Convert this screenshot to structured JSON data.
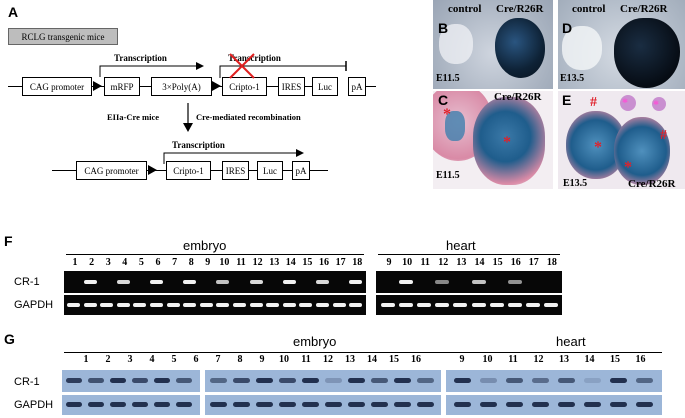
{
  "panels": {
    "A": "A",
    "B": "B",
    "C": "C",
    "D": "D",
    "E": "E",
    "F": "F",
    "G": "G"
  },
  "panel_a": {
    "mouse_label": "RCLG transgenic mice",
    "top_construct": {
      "promoter": "CAG promoter",
      "mrfp": "mRFP",
      "polya": "3×Poly(A)",
      "cripto": "Cripto-1",
      "ires": "IRES",
      "luc": "Luc",
      "pa": "pA",
      "transcription_1": "Transcription",
      "transcription_2": "Transcription"
    },
    "cross_label": "EIIa-Cre mice",
    "recombination_label": "Cre-mediated recombination",
    "bottom_construct": {
      "promoter": "CAG promoter",
      "cripto": "Cripto-1",
      "ires": "IRES",
      "luc": "Luc",
      "pa": "pA",
      "transcription": "Transcription"
    }
  },
  "panel_b": {
    "control": "control",
    "cre": "Cre/R26R",
    "stage": "E11.5"
  },
  "panel_c": {
    "cre": "Cre/R26R",
    "stage": "E11.5",
    "marker": "*"
  },
  "panel_d": {
    "control": "control",
    "cre": "Cre/R26R",
    "stage": "E13.5"
  },
  "panel_e": {
    "stage": "E13.5",
    "cre": "Cre/R26R",
    "star": "*",
    "hash": "#"
  },
  "panel_f": {
    "group_embryo": "embryo",
    "group_heart": "heart",
    "row1": "CR-1",
    "row2": "GAPDH",
    "embryo_lanes": [
      "1",
      "2",
      "3",
      "4",
      "5",
      "6",
      "7",
      "8",
      "9",
      "10",
      "11",
      "12",
      "13",
      "14",
      "15",
      "16",
      "17",
      "18"
    ],
    "heart_lanes": [
      "9",
      "10",
      "11",
      "12",
      "13",
      "14",
      "15",
      "16",
      "17",
      "18"
    ]
  },
  "panel_g": {
    "group_embryo": "embryo",
    "group_heart": "heart",
    "row1": "CR-1",
    "row2": "GAPDH",
    "embryo_lanes": [
      "1",
      "2",
      "3",
      "4",
      "5",
      "6",
      "7",
      "8",
      "9",
      "10",
      "11",
      "12",
      "13",
      "14",
      "15",
      "16"
    ],
    "heart_lanes": [
      "9",
      "10",
      "11",
      "12",
      "13",
      "14",
      "15",
      "16"
    ]
  },
  "colors": {
    "xgal_blue": "#1f5d8c",
    "eosin_pink": "#d98aa6",
    "blot_bg": "#9cb6d8",
    "cross_red": "#e02020",
    "marker_red": "#e0202a"
  }
}
